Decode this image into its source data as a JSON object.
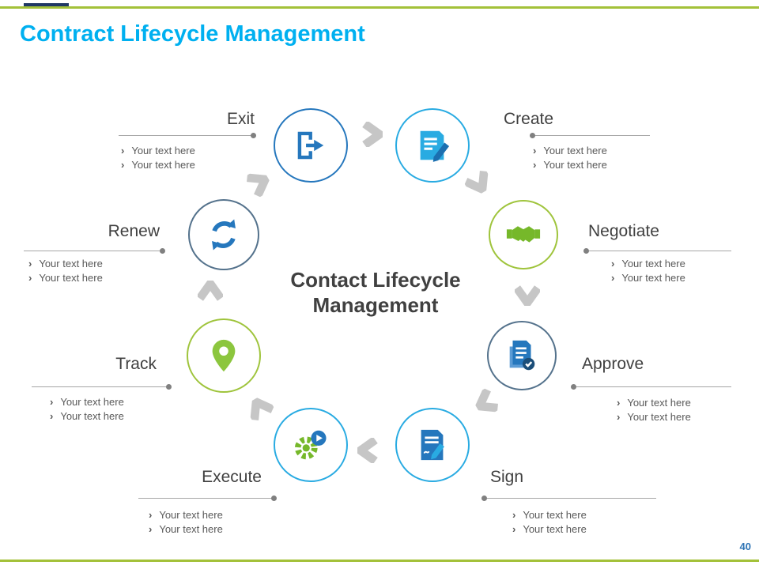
{
  "slide": {
    "title": "Contract Lifecycle Management",
    "page_number": "40",
    "center_title": {
      "line1": "Contact Lifecycle",
      "line2": "Management"
    }
  },
  "bullet_char": "›",
  "colors": {
    "title_cyan": "#00B0F0",
    "accent_green": "#A3C139",
    "accent_navy": "#1F3864",
    "icon_blue": "#2577BD",
    "icon_cyan": "#29ABE2",
    "icon_green": "#76B82A",
    "circle_green": "#9FC43C",
    "circle_slate": "#54728C",
    "arrow_gray": "#C6C6C6",
    "text_dark": "#404040",
    "text_gray": "#595959"
  },
  "nodes": [
    {
      "label": "Exit",
      "icon": "exit-door-icon",
      "bullets": [
        "Your text here",
        "Your text here"
      ]
    },
    {
      "label": "Create",
      "icon": "edit-document-icon",
      "bullets": [
        "Your text here",
        "Your text here"
      ]
    },
    {
      "label": "Negotiate",
      "icon": "handshake-icon",
      "bullets": [
        "Your text here",
        "Your text here"
      ]
    },
    {
      "label": "Approve",
      "icon": "approved-documents-icon",
      "bullets": [
        "Your text here",
        "Your text here"
      ]
    },
    {
      "label": "Sign",
      "icon": "sign-document-icon",
      "bullets": [
        "Your text here",
        "Your text here"
      ]
    },
    {
      "label": "Execute",
      "icon": "gears-icon",
      "bullets": [
        "Your text here",
        "Your text here"
      ]
    },
    {
      "label": "Track",
      "icon": "map-pin-icon",
      "bullets": [
        "Your text here",
        "Your text here"
      ]
    },
    {
      "label": "Renew",
      "icon": "circular-arrows-icon",
      "bullets": [
        "Your text here",
        "Your text here"
      ]
    }
  ]
}
